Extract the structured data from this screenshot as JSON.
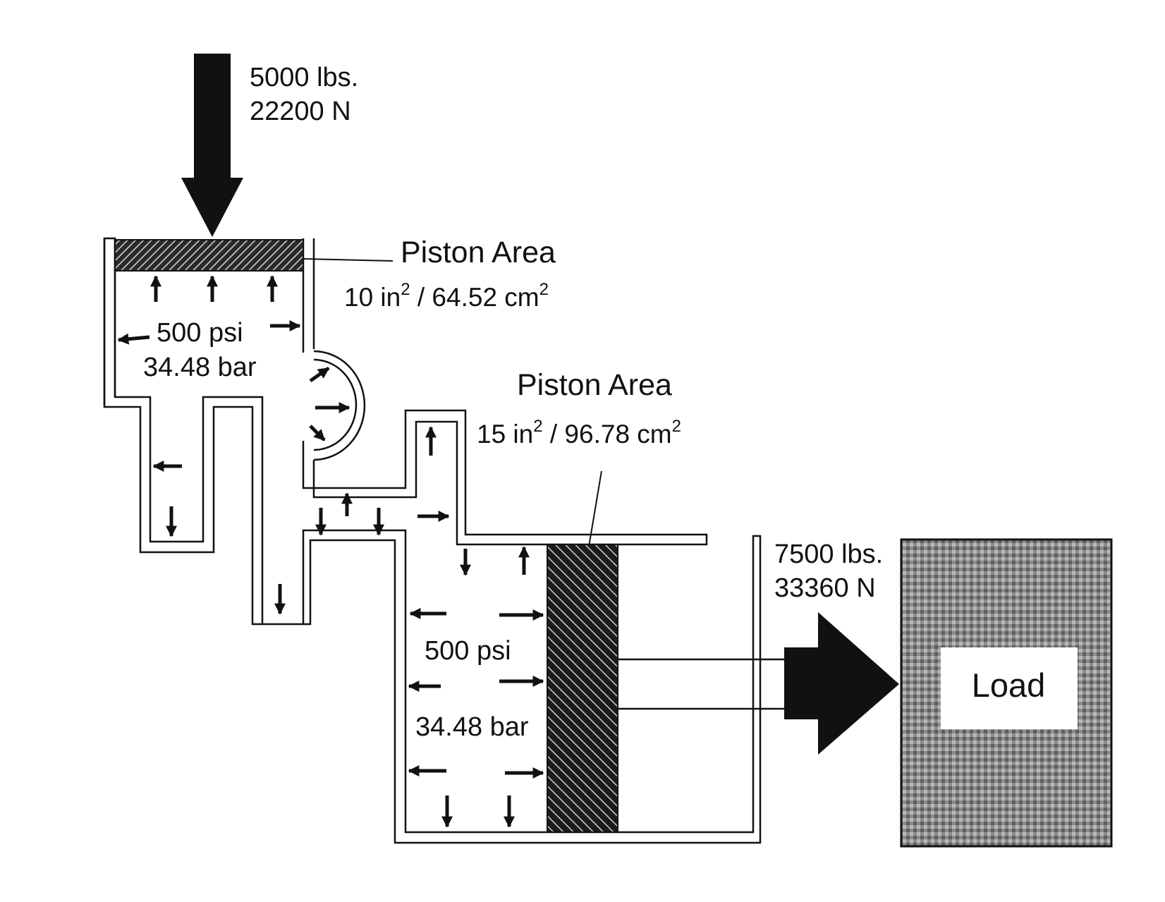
{
  "input_force": {
    "lbs": "5000 lbs.",
    "newtons": "22200 N"
  },
  "small_piston": {
    "title": "Piston Area",
    "area_in": "10 in",
    "area_sep": " / 64.52 cm",
    "sup": "2"
  },
  "small_chamber_pressure": {
    "psi": "500 psi",
    "bar": "34.48 bar"
  },
  "large_piston": {
    "title": "Piston Area",
    "area_in": "15 in",
    "area_sep": " / 96.78 cm",
    "sup": "2"
  },
  "large_chamber_pressure": {
    "psi": "500 psi",
    "bar": "34.48 bar"
  },
  "output_force": {
    "lbs": "7500 lbs.",
    "newtons": "33360 N"
  },
  "load": {
    "label": "Load"
  },
  "colors": {
    "ink": "#111111",
    "wall_gray": "#9a9a9a",
    "fluid": "#ffffff",
    "load_fill": "#8c8c8c"
  }
}
